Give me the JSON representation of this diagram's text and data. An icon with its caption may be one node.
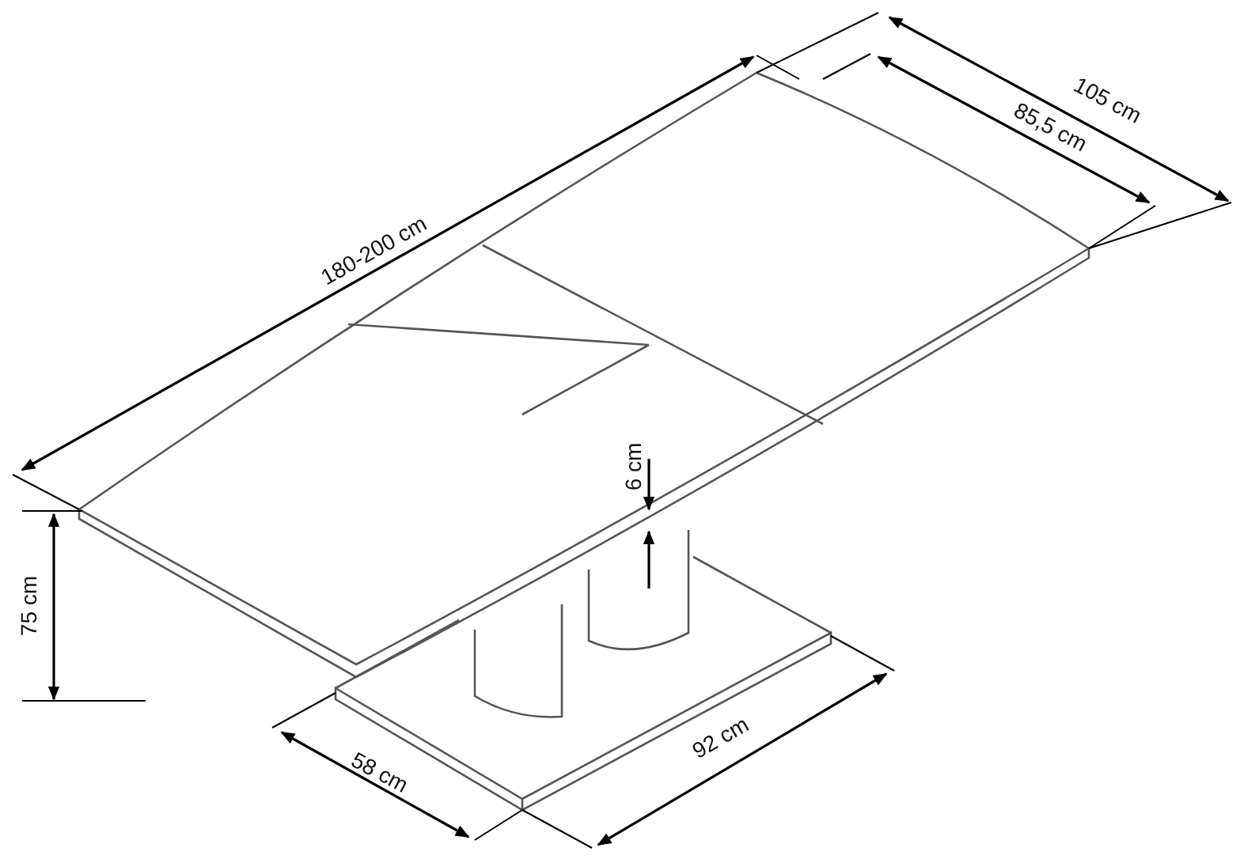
{
  "diagram": {
    "labels": [
      "105 cm",
      "85,5 cm",
      "180-200 cm",
      "6 cm",
      "75 cm",
      "92 cm",
      "58 cm"
    ]
  }
}
